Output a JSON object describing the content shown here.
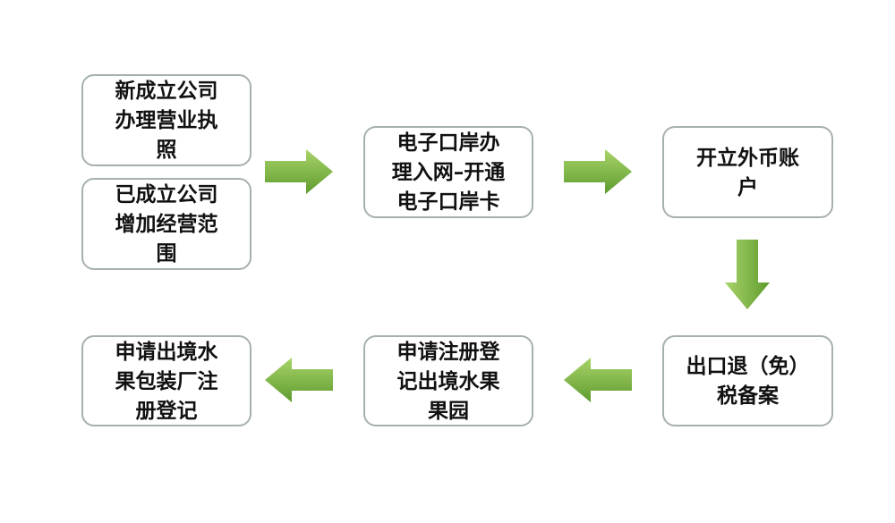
{
  "boxes": {
    "new_company": [
      "新成立公司",
      "办理营业执",
      "照"
    ],
    "existing_company": [
      "已成立公司",
      "增加经营范",
      "围"
    ],
    "e_port": [
      "电子口岸办",
      "理入网–开通",
      "电子口岸卡"
    ],
    "fx_account": [
      "开立外币账",
      "户"
    ],
    "tax_refund": [
      "出口退（免）",
      "税备案"
    ],
    "orchard": [
      "申请注册登",
      "记出境水果",
      "果园"
    ],
    "packing_plant": [
      "申请出境水",
      "果包装厂注",
      "册登记"
    ]
  },
  "colors": {
    "arrow_light": "#a9d46a",
    "arrow_dark": "#5e9b2e",
    "border": "#a7b0b0"
  }
}
